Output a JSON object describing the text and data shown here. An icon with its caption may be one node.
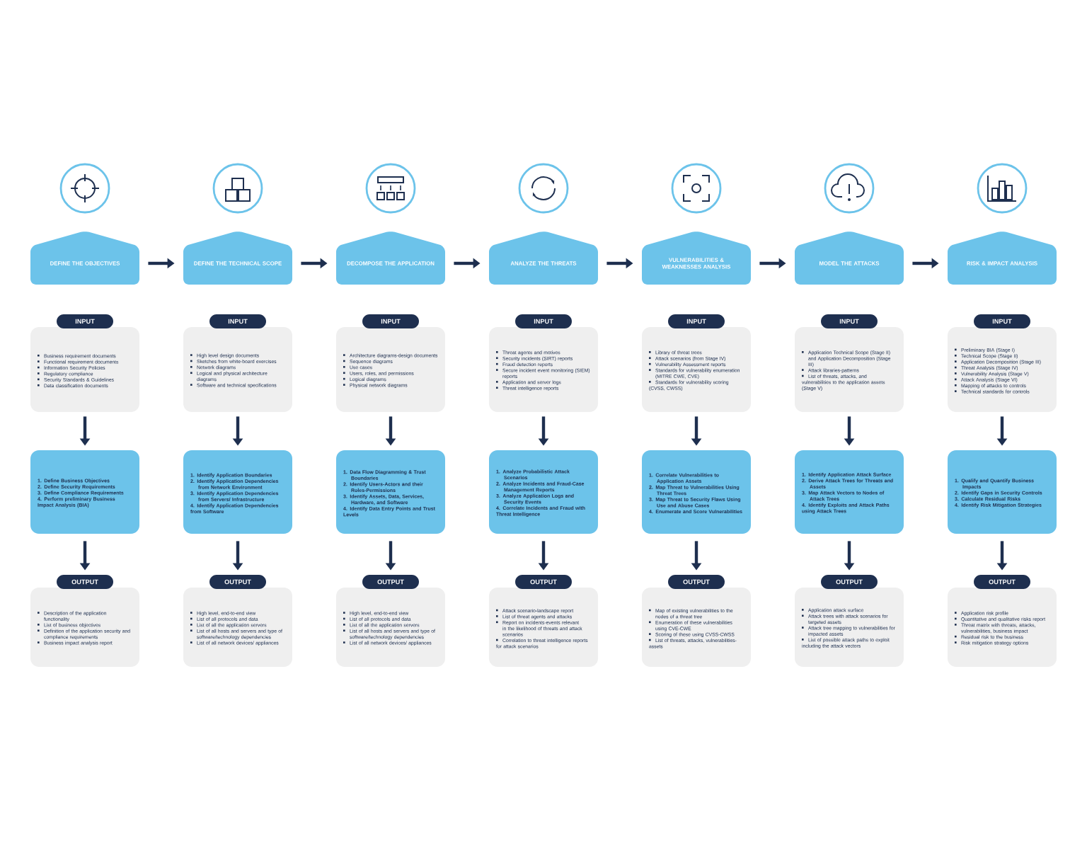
{
  "diagram": {
    "nodes": [
      {
        "text": [
          "DEFINE THE OBJECTIVES"
        ]
      },
      {
        "text": [
          "INPUT"
        ]
      },
      {
        "text": [
          "Business requirement documents",
          "Functional requirement documents",
          "Information Security Policies",
          "Regulatory compliance",
          "Security Standards & Guidelines",
          "Data classification documents"
        ]
      },
      {
        "text": [
          "1. Define Business Objectives",
          "2. Define Security Requirements",
          "3. Define Compliance Requirements",
          "4. Perform preliminary Business Impact Analysis (BIA)"
        ]
      },
      {
        "text": [
          "OUTPUT"
        ]
      },
      {
        "text": [
          "Description of the application functionality",
          "List of business objectives",
          "Definition of the application security and compliance requirements",
          "Business impact analysis report"
        ]
      },
      {
        "text": [
          "DEFINE THE TECHNICAL SCOPE"
        ]
      },
      {
        "text": [
          "INPUT"
        ]
      },
      {
        "text": [
          "High level design documents",
          "Sketches from white-board exercises",
          "Network diagrams",
          "Logical and physical architecture diagrams",
          "Software and technical specifications"
        ]
      },
      {
        "text": [
          "1. Identify Application Boundaries",
          "2. Identify Application Dependencies from Network Environment",
          "3. Identify Application Dependencies from Servers/ Infrastructure",
          "4. Identify Application Dependencies from Software"
        ]
      },
      {
        "text": [
          "OUTPUT"
        ]
      },
      {
        "text": [
          "High level, end-to-end view",
          "List of all protocols and data",
          "List of all the application servers",
          "List of all hosts and servers and type of software/technology dependencies",
          "List of all network devices/ appliances"
        ]
      },
      {
        "text": [
          "DECOMPOSE THE APPLICATION"
        ]
      },
      {
        "text": [
          "INPUT"
        ]
      },
      {
        "text": [
          "Architecture diagrams-design documents",
          "Sequence diagrams",
          "Use cases",
          "Users, roles, and permissions",
          "Logical diagrams",
          "Physical network diagrams"
        ]
      },
      {
        "text": [
          "1. Data Flow Diagramming & Trust Boundaries",
          "2. Identify Users-Actors and their Roles-Permissions",
          "3. Identify Assets, Data, Services, Hardware, and Software",
          "4. Identify Data Entry Points and Trust Levels"
        ]
      },
      {
        "text": [
          "OUTPUT"
        ]
      },
      {
        "text": [
          "High level, end-to-end view",
          "List of all protocols and data",
          "List of all the application servers",
          "List of all hosts and servers and type of software/technology dependencies",
          "List of all network devices/ appliances"
        ]
      },
      {
        "text": [
          "ANALYZE THE THREATS"
        ]
      },
      {
        "text": [
          "INPUT"
        ]
      },
      {
        "text": [
          "Threat agents and motives",
          "Security incidents (SIRT) reports",
          "Fraud detection reports",
          "Secure incident event monitoring (SIEM) reports",
          "Application and server logs",
          "Threat intelligence reports"
        ]
      },
      {
        "text": [
          "1. Analyze Probabilistic Attack Scenarios",
          "2. Analyze Incidents and Fraud-Case Management Reports",
          "3. Analyze Application Logs and Security Events",
          "4. Correlate Incidents and Fraud with Threat Intelligence"
        ]
      },
      {
        "text": [
          "OUTPUT"
        ]
      },
      {
        "text": [
          "Attack scenario-landscape report",
          "List of threat agents and attacks",
          "Report on incidents-events relevant in the likelihood of threats and attack scenarios",
          "Correlation to threat intelligence reports for attack scenarios"
        ]
      },
      {
        "text": [
          "VULNERABILITIES & WEAKNESSES ANALYSIS"
        ]
      },
      {
        "text": [
          "INPUT"
        ]
      },
      {
        "text": [
          "Library of threat trees",
          "Attack scenarios (from Stage IV)",
          "Vulnerability Assessment reports",
          "Standards for vulnerability enumeration (MITRE CWE, CVE)",
          "Standards for vulnerability scoring (CVSS, CWSS)"
        ]
      },
      {
        "text": [
          "1. Correlate Vulnerabilities to Application Assets",
          "2. Map Threat to Vulnerabilities Using Threat Trees",
          "3. Map Threat to Security Flaws Using Use and Abuse Cases",
          "4. Enumerate and Score Vulnerabilities"
        ]
      },
      {
        "text": [
          "OUTPUT"
        ]
      },
      {
        "text": [
          "Map of existing vulnerabilities to the nodes of a threat tree",
          "Enumeration of these vulnerabilities using CVE-CWE",
          "Scoring of these using CVSS-CWSS",
          "List of threats, attacks, vulnerabilities-assets"
        ]
      },
      {
        "text": [
          "MODEL THE ATTACKS"
        ]
      },
      {
        "text": [
          "INPUT"
        ]
      },
      {
        "text": [
          "Application Technical Scope (Stage II) and Application Decomposition (Stage III)",
          "Attack libraries-patterns",
          "List of threats, attacks, and vulnerabilities to the application assets (Stage V)"
        ]
      },
      {
        "text": [
          "1. Identify Application Attack Surface",
          "2. Derive Attack Trees for Threats and Assets",
          "3. Map Attack Vectors to Nodes of Attack Trees",
          "4. Identify Exploits and Attack Paths using Attack Trees"
        ]
      },
      {
        "text": [
          "OUTPUT"
        ]
      },
      {
        "text": [
          "Application attack surface",
          "Attack trees with attack scenarios for targeted assets",
          "Attack tree mapping to vulnerabilities for impacted assets",
          "List of possible attack paths to exploit including the attack vectors"
        ]
      },
      {
        "text": [
          "RISK & IMPACT ANALYSIS"
        ]
      },
      {
        "text": [
          "INPUT"
        ]
      },
      {
        "text": [
          "Preliminary BIA (Stage I)",
          "Technical Scope (Stage II)",
          "Application Decomposition (Stage III)",
          "Threat Analysis (Stage IV)",
          "Vulnerability Analysis (Stage V)",
          "Attack Analysis (Stage VI)",
          "Mapping of attacks to controls",
          "Technical standards for controls"
        ]
      },
      {
        "text": [
          "1. Qualify and Quantify Business Impacts",
          "2. Identify Gaps in Security Controls",
          "3. Calculate Residual Risks",
          "4. Identify Risk Mitigation Strategies"
        ]
      },
      {
        "text": [
          "OUTPUT"
        ]
      },
      {
        "text": [
          "Application risk profile",
          "Quantitative and qualitative risks report",
          "Threat matrix with threats, attacks, vulnerabilities, business impact",
          "Residual risk to the business",
          "Risk mitigation strategy options"
        ]
      }
    ],
    "edges": [
      {
        "from": 0,
        "to": 6,
        "arrow": "to"
      },
      {
        "from": 6,
        "to": 12,
        "arrow": "to"
      },
      {
        "from": 12,
        "to": 18,
        "arrow": "to"
      },
      {
        "from": 18,
        "to": 24,
        "arrow": "to"
      },
      {
        "from": 24,
        "to": 30,
        "arrow": "to"
      },
      {
        "from": 30,
        "to": 36,
        "arrow": "to"
      },
      {
        "from": 2,
        "to": 3,
        "arrow": "to"
      },
      {
        "from": 3,
        "to": 4,
        "arrow": "to"
      },
      {
        "from": 8,
        "to": 9,
        "arrow": "to"
      },
      {
        "from": 9,
        "to": 10,
        "arrow": "to"
      },
      {
        "from": 14,
        "to": 15,
        "arrow": "to"
      },
      {
        "from": 15,
        "to": 16,
        "arrow": "to"
      },
      {
        "from": 20,
        "to": 21,
        "arrow": "to"
      },
      {
        "from": 21,
        "to": 22,
        "arrow": "to"
      },
      {
        "from": 26,
        "to": 27,
        "arrow": "to"
      },
      {
        "from": 27,
        "to": 28,
        "arrow": "to"
      },
      {
        "from": 32,
        "to": 33,
        "arrow": "to"
      },
      {
        "from": 33,
        "to": 34,
        "arrow": "to"
      },
      {
        "from": 38,
        "to": 39,
        "arrow": "to"
      },
      {
        "from": 39,
        "to": 40,
        "arrow": "to"
      }
    ]
  }
}
